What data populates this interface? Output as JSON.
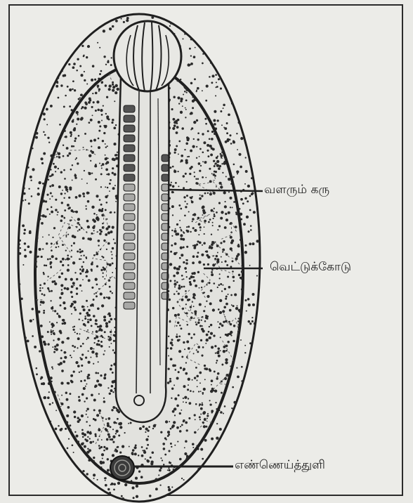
{
  "diagram": {
    "colors": {
      "background": "#ecece8",
      "ink": "#1f1f1f"
    },
    "labels": [
      {
        "id": "growing-embryo",
        "text": "வளரும் கரு"
      },
      {
        "id": "section",
        "text": "வெட்டுக்கோடு"
      },
      {
        "id": "oil-droplet",
        "text": "எண்ணெய்த்துளி"
      }
    ]
  }
}
